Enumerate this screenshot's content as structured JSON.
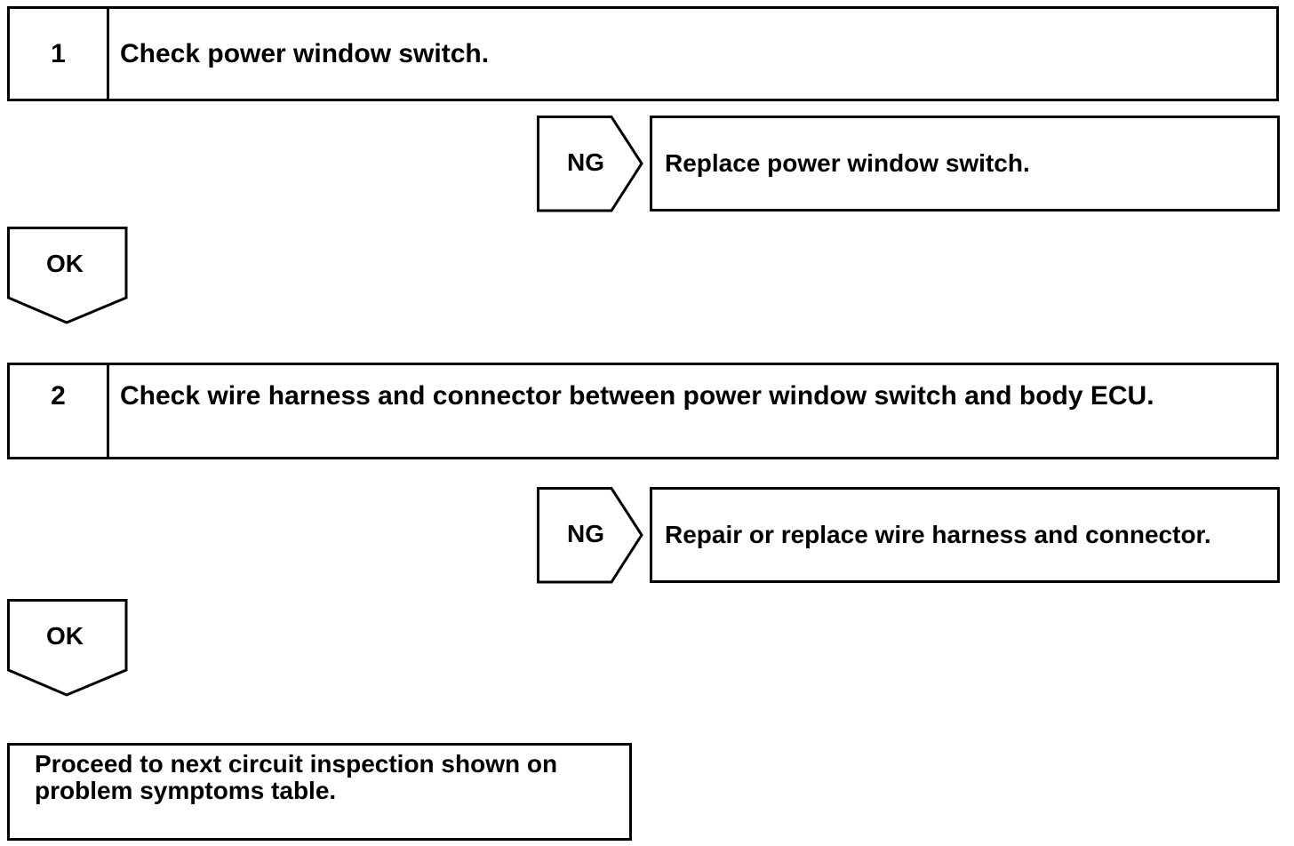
{
  "steps": [
    {
      "number": "1",
      "text": "Check power window switch."
    },
    {
      "number": "2",
      "text": "Check wire harness and connector between power window switch and body ECU."
    }
  ],
  "branches": [
    {
      "ng_label": "NG",
      "action": "Replace power window switch.",
      "ok_label": "OK"
    },
    {
      "ng_label": "NG",
      "action": "Repair or replace wire harness and connector.",
      "ok_label": "OK"
    }
  ],
  "final": {
    "line1": "Proceed to next circuit inspection shown on",
    "line2": "problem symptoms table."
  }
}
